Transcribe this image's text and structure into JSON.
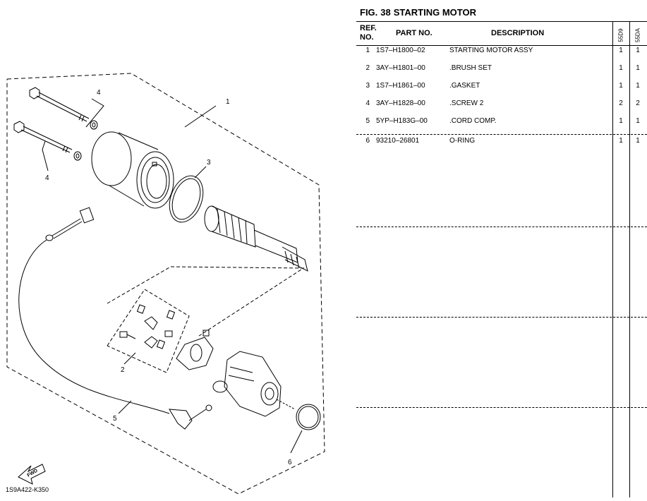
{
  "figure": {
    "fig_label": "FIG.",
    "number": "38",
    "title": "STARTING MOTOR"
  },
  "table": {
    "headers": {
      "ref_no": "REF. NO.",
      "part_no": "PART NO.",
      "description": "DESCRIPTION",
      "model_a": "55D9",
      "model_b": "55DA"
    },
    "rows": [
      {
        "ref": "1",
        "part": "1S7–H1800–02",
        "desc": "STARTING MOTOR ASSY",
        "q1": "1",
        "q2": "1"
      },
      {
        "ref": "2",
        "part": "3AY–H1801–00",
        "desc": ".BRUSH SET",
        "q1": "1",
        "q2": "1"
      },
      {
        "ref": "3",
        "part": "1S7–H1861–00",
        "desc": ".GASKET",
        "q1": "1",
        "q2": "1"
      },
      {
        "ref": "4",
        "part": "3AY–H1828–00",
        "desc": ".SCREW 2",
        "q1": "2",
        "q2": "2"
      },
      {
        "ref": "5",
        "part": "5YP–H183G–00",
        "desc": ".CORD COMP.",
        "q1": "1",
        "q2": "1"
      },
      {
        "ref": "6",
        "part": "93210–26801",
        "desc": "O-RING",
        "q1": "1",
        "q2": "1"
      }
    ]
  },
  "diagram": {
    "callouts": [
      "1",
      "2",
      "3",
      "4",
      "4",
      "5",
      "6"
    ],
    "fwd_label": "FWD",
    "code": "1S9A422-K350"
  }
}
